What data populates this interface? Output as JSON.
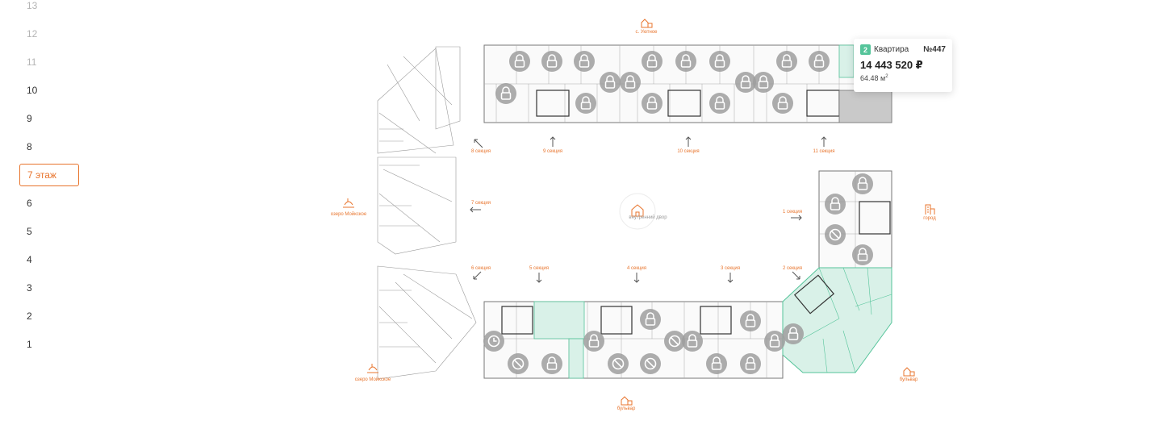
{
  "floors": [
    {
      "label": "13",
      "state": "dim"
    },
    {
      "label": "12",
      "state": "dim"
    },
    {
      "label": "11",
      "state": "dim"
    },
    {
      "label": "10",
      "state": "normal"
    },
    {
      "label": "9",
      "state": "normal"
    },
    {
      "label": "8",
      "state": "normal"
    },
    {
      "label": "7 этаж",
      "state": "active"
    },
    {
      "label": "6",
      "state": "normal"
    },
    {
      "label": "5",
      "state": "normal"
    },
    {
      "label": "4",
      "state": "normal"
    },
    {
      "label": "3",
      "state": "normal"
    },
    {
      "label": "2",
      "state": "normal"
    },
    {
      "label": "1",
      "state": "normal"
    }
  ],
  "apartment_card": {
    "rooms": "2",
    "type": "Квартира",
    "number": "№447",
    "price": "14 443 520 ₽",
    "area": "64.48 м",
    "area_unit_sup": "2"
  },
  "compass_labels": {
    "top": "с. Уютное",
    "left": "озеро Мойкское",
    "bottom_left": "озеро Мойкское",
    "bottom": "бульвар",
    "bottom_right": "бульвар",
    "right": "город",
    "center": "внутренний двор"
  },
  "section_labels": {
    "s_top_1": "8 секция",
    "s_top_2": "9 секция",
    "s_top_3": "10 секция",
    "s_top_4": "11 секция",
    "s_left": "7 секция",
    "s_right": "1 секция",
    "s_bl": "6 секция",
    "s_b1": "5 секция",
    "s_b2": "4 секция",
    "s_b3": "3 секция",
    "s_br": "2 секция"
  },
  "colors": {
    "accent": "#e8742c",
    "available": "#d9f1e8",
    "available_stroke": "#55c49a",
    "selected": "#c9c9c9",
    "marker": "#9e9e9e"
  }
}
